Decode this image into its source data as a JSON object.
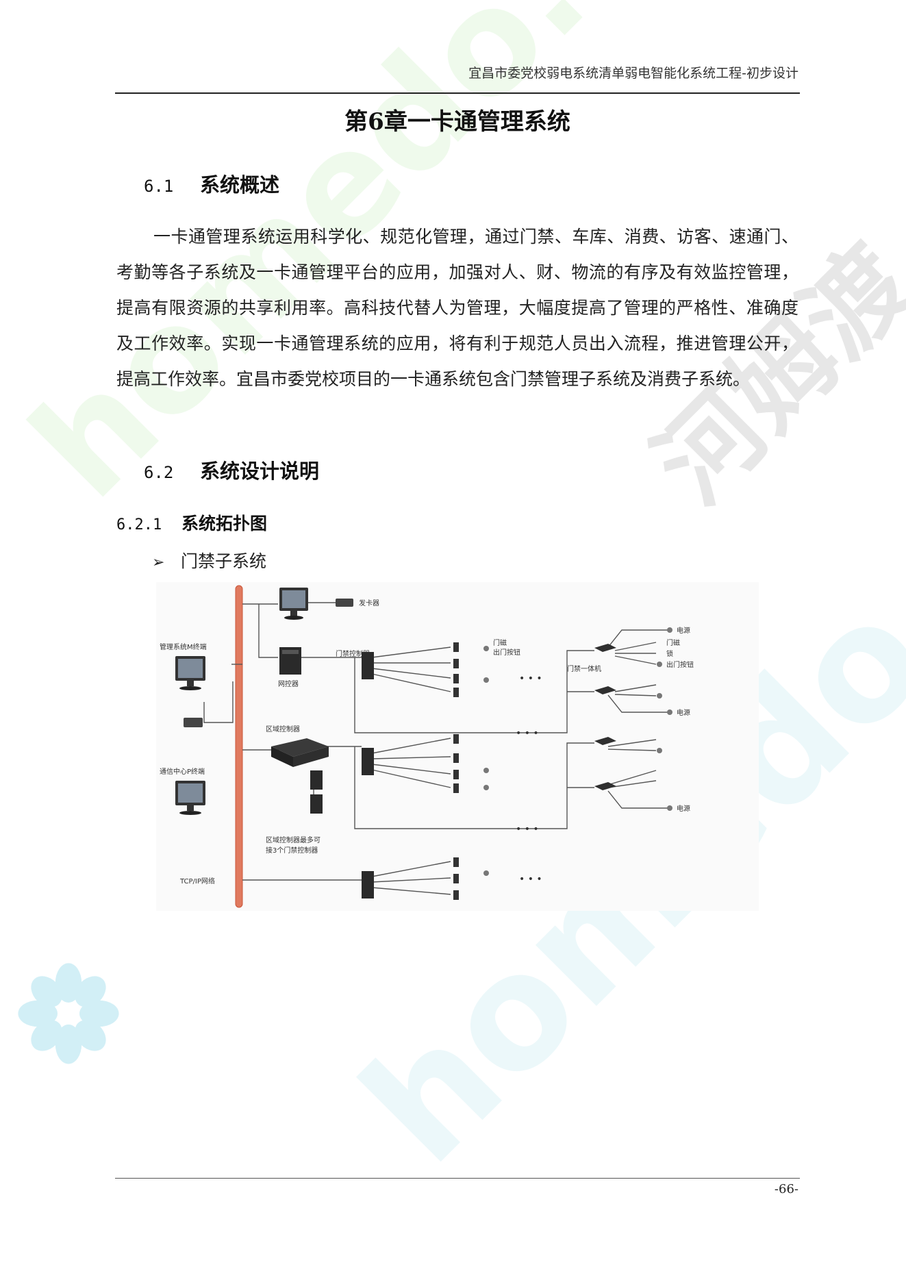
{
  "header": {
    "text": "宜昌市委党校弱电系统清单弱电智能化系统工程-初步设计"
  },
  "chapter_title": "第6章一卡通管理系统",
  "sections": [
    {
      "num": "6.1",
      "title": "系统概述"
    },
    {
      "num": "6.2",
      "title": "系统设计说明"
    }
  ],
  "paragraph": "一卡通管理系统运用科学化、规范化管理，通过门禁、车库、消费、访客、速通门、考勤等各子系统及一卡通管理平台的应用，加强对人、财、物流的有序及有效监控管理，提高有限资源的共享利用率。高科技代替人为管理，大幅度提高了管理的严格性、准确度及工作效率。实现一卡通管理系统的应用，将有利于规范人员出入流程，推进管理公开，提高工作效率。宜昌市委党校项目的一卡通系统包含门禁管理子系统及消费子系统。",
  "subsection": {
    "num": "6.2.1",
    "title": "系统拓扑图"
  },
  "bullet": {
    "symbol": "➢",
    "text": "门禁子系统"
  },
  "diagram": {
    "card_issuer": "发卡器",
    "mgmt_terminal": "管理系统M终端",
    "network_controller": "网控器",
    "door_controller": "门禁控制器",
    "door_magnet": "门磁",
    "exit_button": "出门按钮",
    "all_in_one": "门禁一体机",
    "power": "电源",
    "lock": "锁",
    "area_controller": "区域控制器",
    "comm_terminal": "通信中心P终端",
    "area_note_1": "区域控制器最多可",
    "area_note_2": "接3个门禁控制器",
    "tcpip": "TCP/IP网络",
    "dots": "• • •"
  },
  "watermark": {
    "text1": "homedo.com",
    "text2": "homedo.com",
    "text3": "河姆渡"
  },
  "page_number": "-66-"
}
